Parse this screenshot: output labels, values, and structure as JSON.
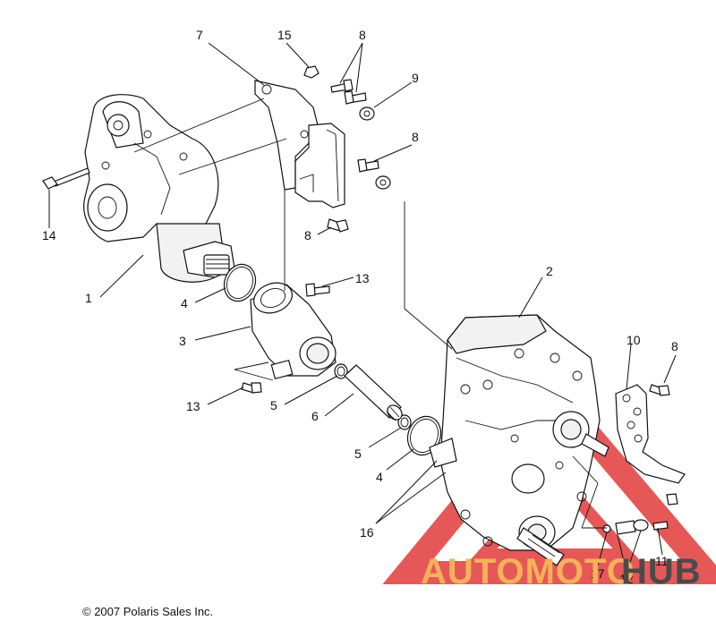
{
  "labels": [
    "7",
    "15",
    "8",
    "9",
    "8",
    "14",
    "8",
    "13",
    "1",
    "4",
    "3",
    "13",
    "5",
    "6",
    "5",
    "4",
    "2",
    "10",
    "8",
    "16",
    "17",
    "12",
    "11"
  ],
  "copyright": "© 2007 Polaris Sales Inc.",
  "watermark": {
    "part1": "AUTOMOTO",
    "part2": "HUB",
    "color_triangle": "#e23b3b",
    "color_text": "#f4b15a",
    "color_hub": "#4a4a4a"
  }
}
